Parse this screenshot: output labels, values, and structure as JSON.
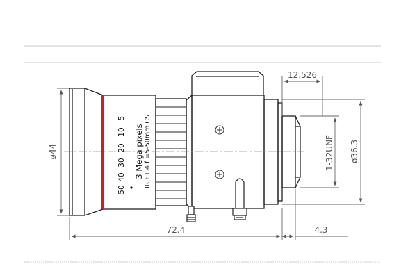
{
  "drawing": {
    "dimensions": {
      "flange_offset": "12.526",
      "front_diameter": "ø44",
      "mount_thread": "1-32UNF",
      "rear_diameter": "ø36.3",
      "total_length": "72.4",
      "back_protrusion": "4.3"
    },
    "lens_markings": {
      "focal_scale": [
        "50",
        "40",
        "30",
        "20",
        "10",
        "5"
      ],
      "line1": "3 Mega pixels",
      "line2": "IR F1.4  f =5-50mm CS"
    },
    "colors": {
      "accent_ring": "#d11a2a",
      "line": "#222222",
      "dimension": "#666666",
      "separator": "#cfcfcf"
    }
  }
}
